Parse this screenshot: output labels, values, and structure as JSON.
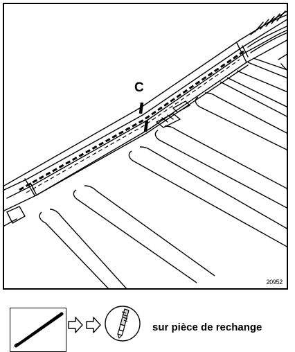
{
  "diagram": {
    "callout_label": "C",
    "reference_code": "20952"
  },
  "legend": {
    "text": "sur pièce de rechange",
    "arrow_icon": "hollow-right-arrow",
    "part_icon": "seal-strip-icon",
    "tool_icon": "adhesive-tube-icon"
  }
}
